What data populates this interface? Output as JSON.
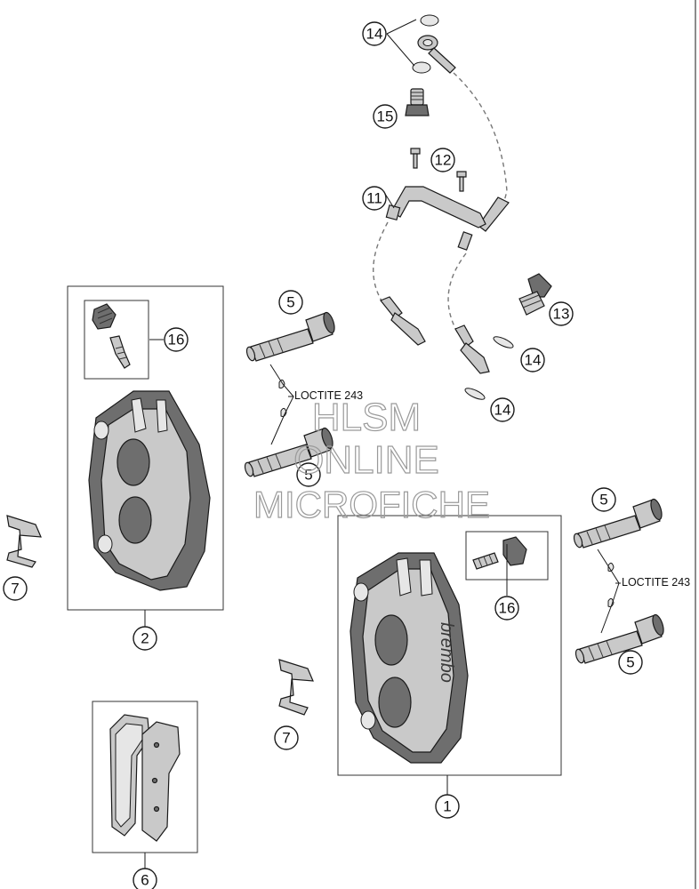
{
  "callouts": {
    "c1": "1",
    "c2": "2",
    "c5a": "5",
    "c5b": "5",
    "c5c": "5",
    "c5d": "5",
    "c6": "6",
    "c7a": "7",
    "c7b": "7",
    "c11": "11",
    "c12": "12",
    "c13": "13",
    "c14a": "14",
    "c14b": "14",
    "c14c": "14",
    "c15": "15",
    "c16a": "16",
    "c16b": "16"
  },
  "labels": {
    "loctite_left": "LOCTITE 243",
    "loctite_right": "LOCTITE 243",
    "caliper_brand": "brembo"
  },
  "watermark": {
    "line1": "HLSM",
    "line2": "ONLINE",
    "line3": "MICROFICHE"
  }
}
